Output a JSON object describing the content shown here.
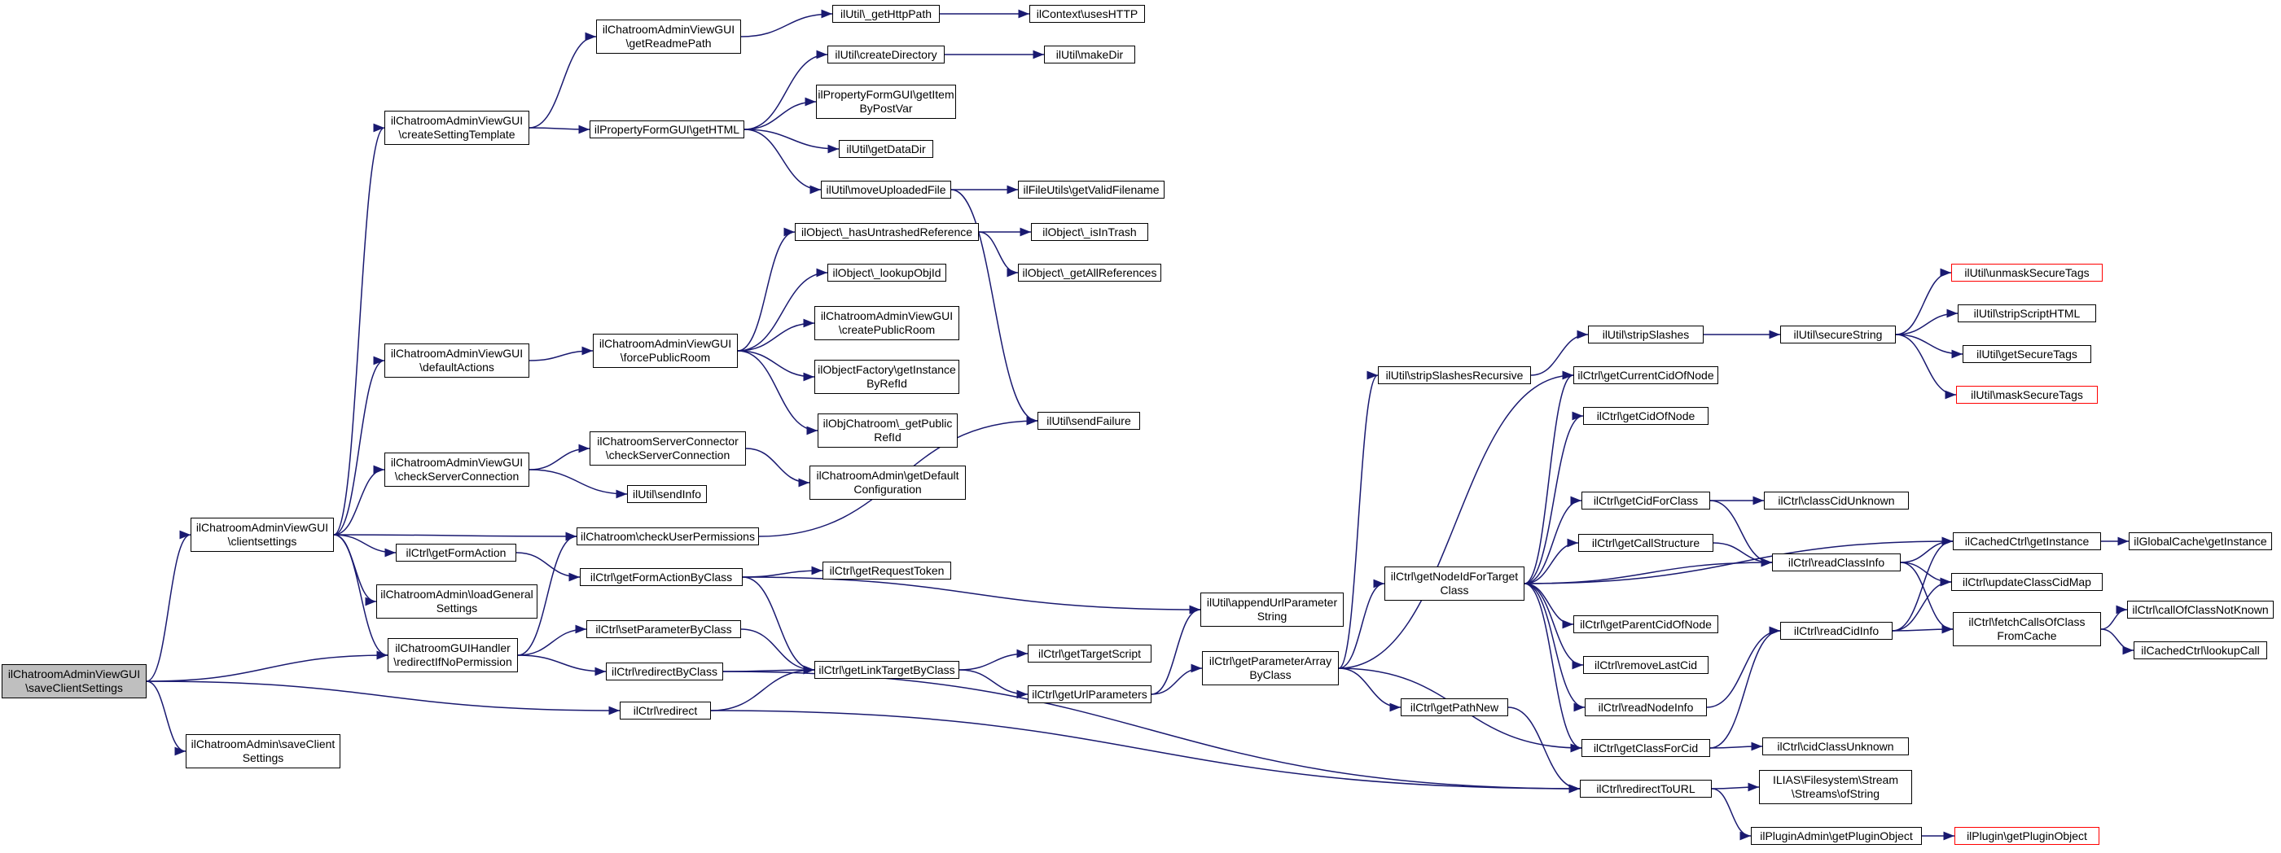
{
  "diagram": {
    "colors": {
      "edge": "#191970",
      "node_border": "#000000",
      "root_fill": "#bfbfbf",
      "truncated_border": "#ff0000"
    },
    "nodes": [
      {
        "id": "root",
        "label": "ilChatroomAdminViewGUI\n\\saveClientSettings"
      },
      {
        "id": "clientsettings",
        "label": "ilChatroomAdminViewGUI\n\\clientsettings"
      },
      {
        "id": "redirectIfNo",
        "label": "ilChatroomGUIHandler\n\\redirectIfNoPermission"
      },
      {
        "id": "redirect",
        "label": "ilCtrl\\redirect"
      },
      {
        "id": "adminSaveClient",
        "label": "ilChatroomAdmin\\saveClient\nSettings"
      },
      {
        "id": "createSetting",
        "label": "ilChatroomAdminViewGUI\n\\createSettingTemplate"
      },
      {
        "id": "defaultActions",
        "label": "ilChatroomAdminViewGUI\n\\defaultActions"
      },
      {
        "id": "checkServerConn",
        "label": "ilChatroomAdminViewGUI\n\\checkServerConnection"
      },
      {
        "id": "checkUserPerm",
        "label": "ilChatroom\\checkUserPermissions"
      },
      {
        "id": "getFormAction",
        "label": "ilCtrl\\getFormAction"
      },
      {
        "id": "loadGeneral",
        "label": "ilChatroomAdmin\\loadGeneral\nSettings"
      },
      {
        "id": "getReadmePath",
        "label": "ilChatroomAdminViewGUI\n\\getReadmePath"
      },
      {
        "id": "getHTML",
        "label": "ilPropertyFormGUI\\getHTML"
      },
      {
        "id": "forcePublicRoom",
        "label": "ilChatroomAdminViewGUI\n\\forcePublicRoom"
      },
      {
        "id": "serverConnCheck",
        "label": "ilChatroomServerConnector\n\\checkServerConnection"
      },
      {
        "id": "sendInfo",
        "label": "ilUtil\\sendInfo"
      },
      {
        "id": "getFormActionByClass",
        "label": "ilCtrl\\getFormActionByClass"
      },
      {
        "id": "setParameterByClass",
        "label": "ilCtrl\\setParameterByClass"
      },
      {
        "id": "redirectByClass",
        "label": "ilCtrl\\redirectByClass"
      },
      {
        "id": "getHttpPath",
        "label": "ilUtil\\_getHttpPath"
      },
      {
        "id": "createDirectory",
        "label": "ilUtil\\createDirectory"
      },
      {
        "id": "getItemByPostVar",
        "label": "ilPropertyFormGUI\\getItem\nByPostVar"
      },
      {
        "id": "getDataDir",
        "label": "ilUtil\\getDataDir"
      },
      {
        "id": "moveUploadedFile",
        "label": "ilUtil\\moveUploadedFile"
      },
      {
        "id": "hasUntrashed",
        "label": "ilObject\\_hasUntrashedReference"
      },
      {
        "id": "lookupObjId",
        "label": "ilObject\\_lookupObjId"
      },
      {
        "id": "createPublicRoom",
        "label": "ilChatroomAdminViewGUI\n\\createPublicRoom"
      },
      {
        "id": "getInstanceByRefId",
        "label": "ilObjectFactory\\getInstance\nByRefId"
      },
      {
        "id": "getPublicRefId",
        "label": "ilObjChatroom\\_getPublic\nRefId"
      },
      {
        "id": "getDefaultConfig",
        "label": "ilChatroomAdmin\\getDefault\nConfiguration"
      },
      {
        "id": "getRequestToken",
        "label": "ilCtrl\\getRequestToken"
      },
      {
        "id": "getLinkTargetByClass",
        "label": "ilCtrl\\getLinkTargetByClass"
      },
      {
        "id": "usesHTTP",
        "label": "ilContext\\usesHTTP"
      },
      {
        "id": "makeDir",
        "label": "ilUtil\\makeDir"
      },
      {
        "id": "getValidFilename",
        "label": "ilFileUtils\\getValidFilename"
      },
      {
        "id": "isInTrash",
        "label": "ilObject\\_isInTrash"
      },
      {
        "id": "getAllReferences",
        "label": "ilObject\\_getAllReferences"
      },
      {
        "id": "sendFailure",
        "label": "ilUtil\\sendFailure"
      },
      {
        "id": "appendUrlParameterString",
        "label": "ilUtil\\appendUrlParameter\nString"
      },
      {
        "id": "getTargetScript",
        "label": "ilCtrl\\getTargetScript"
      },
      {
        "id": "getUrlParameters",
        "label": "ilCtrl\\getUrlParameters"
      },
      {
        "id": "getParameterArrayByClass",
        "label": "ilCtrl\\getParameterArray\nByClass"
      },
      {
        "id": "stripSlashesRecursive",
        "label": "ilUtil\\stripSlashesRecursive"
      },
      {
        "id": "getNodeIdForTargetClass",
        "label": "ilCtrl\\getNodeIdForTarget\nClass"
      },
      {
        "id": "getPathNew",
        "label": "ilCtrl\\getPathNew"
      },
      {
        "id": "stripSlashes",
        "label": "ilUtil\\stripSlashes"
      },
      {
        "id": "getCurrentCidOfNode",
        "label": "ilCtrl\\getCurrentCidOfNode"
      },
      {
        "id": "getCidOfNode",
        "label": "ilCtrl\\getCidOfNode"
      },
      {
        "id": "getCidForClass",
        "label": "ilCtrl\\getCidForClass"
      },
      {
        "id": "getCallStructure",
        "label": "ilCtrl\\getCallStructure"
      },
      {
        "id": "getParentCidOfNode",
        "label": "ilCtrl\\getParentCidOfNode"
      },
      {
        "id": "removeLastCid",
        "label": "ilCtrl\\removeLastCid"
      },
      {
        "id": "readNodeInfo",
        "label": "ilCtrl\\readNodeInfo"
      },
      {
        "id": "getClassForCid",
        "label": "ilCtrl\\getClassForCid"
      },
      {
        "id": "redirectToURL",
        "label": "ilCtrl\\redirectToURL"
      },
      {
        "id": "secureString",
        "label": "ilUtil\\secureString"
      },
      {
        "id": "classCidUnknown",
        "label": "ilCtrl\\classCidUnknown"
      },
      {
        "id": "readClassInfo",
        "label": "ilCtrl\\readClassInfo"
      },
      {
        "id": "readCidInfo",
        "label": "ilCtrl\\readCidInfo"
      },
      {
        "id": "cidClassUnknown",
        "label": "ilCtrl\\cidClassUnknown"
      },
      {
        "id": "filesystemStream",
        "label": "ILIAS\\Filesystem\\Stream\n\\Streams\\ofString"
      },
      {
        "id": "getPluginObjectAdmin",
        "label": "ilPluginAdmin\\getPluginObject"
      },
      {
        "id": "unmaskSecureTags",
        "label": "ilUtil\\unmaskSecureTags"
      },
      {
        "id": "stripScriptHTML",
        "label": "ilUtil\\stripScriptHTML"
      },
      {
        "id": "getSecureTags",
        "label": "ilUtil\\getSecureTags"
      },
      {
        "id": "maskSecureTags",
        "label": "ilUtil\\maskSecureTags"
      },
      {
        "id": "cachedCtrlGetInstance",
        "label": "ilCachedCtrl\\getInstance"
      },
      {
        "id": "updateClassCidMap",
        "label": "ilCtrl\\updateClassCidMap"
      },
      {
        "id": "fetchCallsOfClassFromCache",
        "label": "ilCtrl\\fetchCallsOfClass\nFromCache"
      },
      {
        "id": "getPluginObject",
        "label": "ilPlugin\\getPluginObject"
      },
      {
        "id": "globalCacheGetInstance",
        "label": "ilGlobalCache\\getInstance"
      },
      {
        "id": "callOfClassNotKnown",
        "label": "ilCtrl\\callOfClassNotKnown"
      },
      {
        "id": "lookupCall",
        "label": "ilCachedCtrl\\lookupCall"
      }
    ],
    "edges": [
      [
        "root",
        "clientsettings"
      ],
      [
        "root",
        "redirectIfNo"
      ],
      [
        "root",
        "redirect"
      ],
      [
        "root",
        "adminSaveClient"
      ],
      [
        "clientsettings",
        "createSetting"
      ],
      [
        "clientsettings",
        "defaultActions"
      ],
      [
        "clientsettings",
        "checkServerConn"
      ],
      [
        "clientsettings",
        "checkUserPerm"
      ],
      [
        "clientsettings",
        "getFormAction"
      ],
      [
        "clientsettings",
        "loadGeneral"
      ],
      [
        "clientsettings",
        "redirectIfNo"
      ],
      [
        "redirectIfNo",
        "checkUserPerm"
      ],
      [
        "redirectIfNo",
        "setParameterByClass"
      ],
      [
        "redirectIfNo",
        "redirectByClass"
      ],
      [
        "redirect",
        "getLinkTargetByClass"
      ],
      [
        "redirect",
        "redirectToURL"
      ],
      [
        "createSetting",
        "getReadmePath"
      ],
      [
        "createSetting",
        "getHTML"
      ],
      [
        "getReadmePath",
        "getHttpPath"
      ],
      [
        "getHttpPath",
        "usesHTTP"
      ],
      [
        "getHTML",
        "createDirectory"
      ],
      [
        "getHTML",
        "getItemByPostVar"
      ],
      [
        "getHTML",
        "getDataDir"
      ],
      [
        "getHTML",
        "moveUploadedFile"
      ],
      [
        "createDirectory",
        "makeDir"
      ],
      [
        "moveUploadedFile",
        "getValidFilename"
      ],
      [
        "moveUploadedFile",
        "sendFailure"
      ],
      [
        "defaultActions",
        "forcePublicRoom"
      ],
      [
        "forcePublicRoom",
        "hasUntrashed"
      ],
      [
        "forcePublicRoom",
        "lookupObjId"
      ],
      [
        "forcePublicRoom",
        "createPublicRoom"
      ],
      [
        "forcePublicRoom",
        "getInstanceByRefId"
      ],
      [
        "forcePublicRoom",
        "getPublicRefId"
      ],
      [
        "hasUntrashed",
        "isInTrash"
      ],
      [
        "hasUntrashed",
        "getAllReferences"
      ],
      [
        "checkServerConn",
        "serverConnCheck"
      ],
      [
        "checkServerConn",
        "sendInfo"
      ],
      [
        "serverConnCheck",
        "getDefaultConfig"
      ],
      [
        "checkUserPerm",
        "sendFailure"
      ],
      [
        "getFormAction",
        "getFormActionByClass"
      ],
      [
        "getFormActionByClass",
        "getRequestToken"
      ],
      [
        "getFormActionByClass",
        "getLinkTargetByClass"
      ],
      [
        "getFormActionByClass",
        "appendUrlParameterString"
      ],
      [
        "setParameterByClass",
        "getLinkTargetByClass"
      ],
      [
        "redirectByClass",
        "getLinkTargetByClass"
      ],
      [
        "redirectByClass",
        "redirectToURL"
      ],
      [
        "getLinkTargetByClass",
        "getTargetScript"
      ],
      [
        "getLinkTargetByClass",
        "getUrlParameters"
      ],
      [
        "getUrlParameters",
        "appendUrlParameterString"
      ],
      [
        "getUrlParameters",
        "getParameterArrayByClass"
      ],
      [
        "getParameterArrayByClass",
        "stripSlashesRecursive"
      ],
      [
        "getParameterArrayByClass",
        "getNodeIdForTargetClass"
      ],
      [
        "getParameterArrayByClass",
        "getPathNew"
      ],
      [
        "getParameterArrayByClass",
        "getCurrentCidOfNode"
      ],
      [
        "getParameterArrayByClass",
        "getClassForCid"
      ],
      [
        "stripSlashesRecursive",
        "stripSlashes"
      ],
      [
        "stripSlashes",
        "secureString"
      ],
      [
        "secureString",
        "unmaskSecureTags"
      ],
      [
        "secureString",
        "stripScriptHTML"
      ],
      [
        "secureString",
        "getSecureTags"
      ],
      [
        "secureString",
        "maskSecureTags"
      ],
      [
        "getNodeIdForTargetClass",
        "getCurrentCidOfNode"
      ],
      [
        "getNodeIdForTargetClass",
        "getCidOfNode"
      ],
      [
        "getNodeIdForTargetClass",
        "getCidForClass"
      ],
      [
        "getNodeIdForTargetClass",
        "getCallStructure"
      ],
      [
        "getNodeIdForTargetClass",
        "readClassInfo"
      ],
      [
        "getNodeIdForTargetClass",
        "cachedCtrlGetInstance"
      ],
      [
        "getNodeIdForTargetClass",
        "getParentCidOfNode"
      ],
      [
        "getNodeIdForTargetClass",
        "removeLastCid"
      ],
      [
        "getNodeIdForTargetClass",
        "readNodeInfo"
      ],
      [
        "getNodeIdForTargetClass",
        "getClassForCid"
      ],
      [
        "getPathNew",
        "redirectToURL"
      ],
      [
        "getCidForClass",
        "classCidUnknown"
      ],
      [
        "getCidForClass",
        "readClassInfo"
      ],
      [
        "getCallStructure",
        "readClassInfo"
      ],
      [
        "readNodeInfo",
        "readCidInfo"
      ],
      [
        "getClassForCid",
        "cidClassUnknown"
      ],
      [
        "getClassForCid",
        "readCidInfo"
      ],
      [
        "redirectToURL",
        "filesystemStream"
      ],
      [
        "redirectToURL",
        "getPluginObjectAdmin"
      ],
      [
        "getPluginObjectAdmin",
        "getPluginObject"
      ],
      [
        "readClassInfo",
        "cachedCtrlGetInstance"
      ],
      [
        "readClassInfo",
        "updateClassCidMap"
      ],
      [
        "readClassInfo",
        "fetchCallsOfClassFromCache"
      ],
      [
        "readCidInfo",
        "cachedCtrlGetInstance"
      ],
      [
        "readCidInfo",
        "updateClassCidMap"
      ],
      [
        "readCidInfo",
        "fetchCallsOfClassFromCache"
      ],
      [
        "cachedCtrlGetInstance",
        "globalCacheGetInstance"
      ],
      [
        "fetchCallsOfClassFromCache",
        "callOfClassNotKnown"
      ],
      [
        "fetchCallsOfClassFromCache",
        "lookupCall"
      ]
    ]
  }
}
